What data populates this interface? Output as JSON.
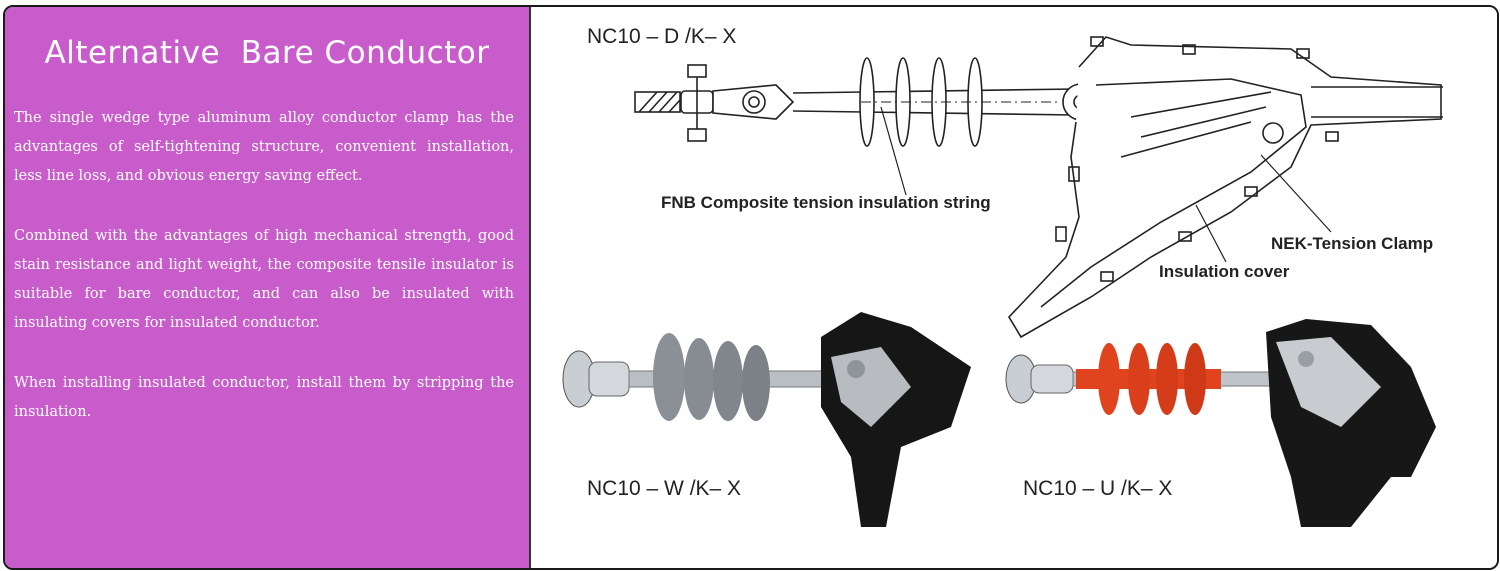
{
  "left_panel": {
    "title": "Alternative  Bare Conductor",
    "paragraphs": [
      "The single wedge type aluminum alloy conductor clamp has the advantages of self-tightening structure, convenient installation, less line loss, and obvious energy saving effect.",
      "Combined with the advantages of high mechanical strength, good stain resistance and light weight, the composite tensile insulator is suitable for bare conductor, and can also be insulated with insulating covers for insulated conductor.",
      "When installing insulated conductor, install them by stripping the insulation."
    ],
    "background_color": "#c95ccb"
  },
  "diagram": {
    "model_top": "NC10 – D /K– X",
    "callouts": {
      "insulator": "FNB Composite tension insulation string",
      "clamp": "NEK-Tension Clamp",
      "cover": "Insulation cover"
    }
  },
  "photos": [
    {
      "model": "NC10 – W /K– X",
      "insulator_color": "#8a9096"
    },
    {
      "model": "NC10 – U /K– X",
      "insulator_color": "#e0441e"
    }
  ]
}
